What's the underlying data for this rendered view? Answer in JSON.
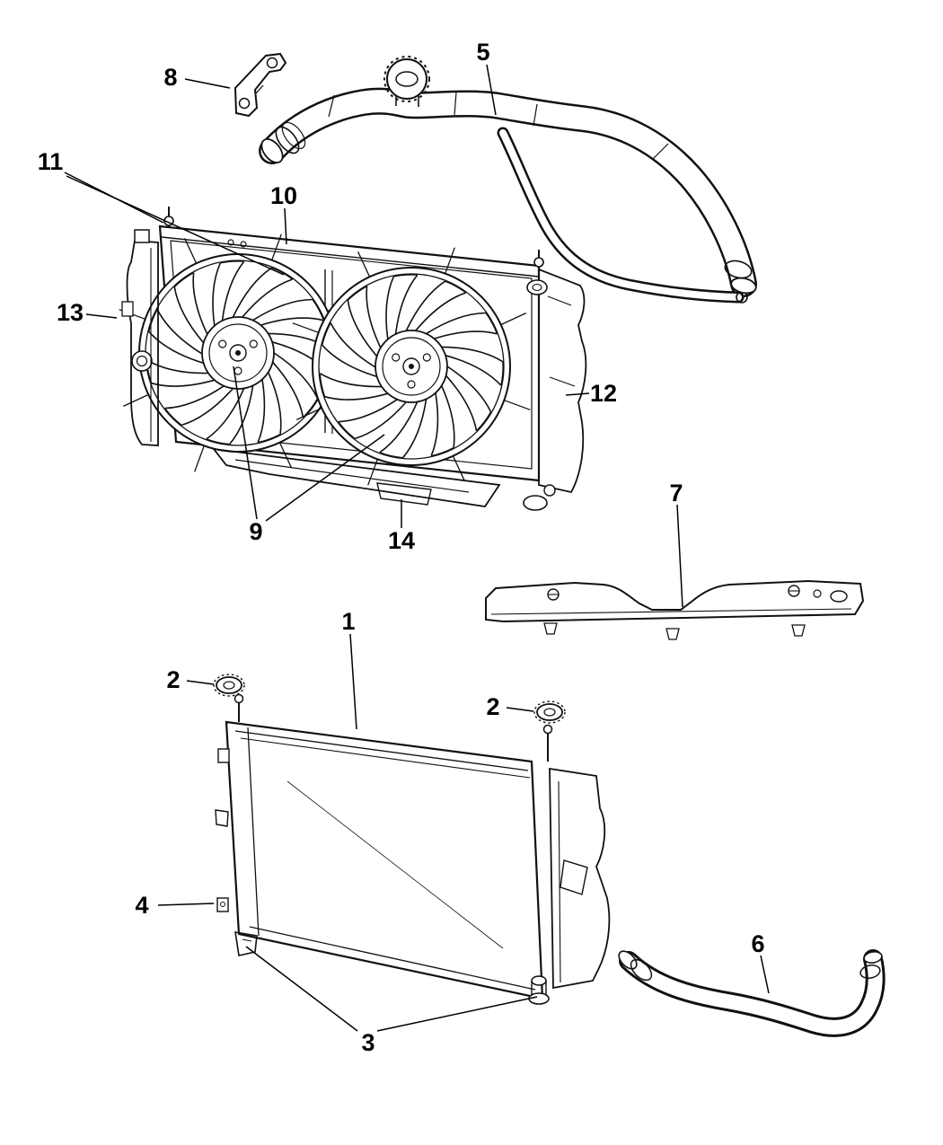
{
  "figure": {
    "background": "#ffffff",
    "line_color": "#111111",
    "type": "exploded-parts-diagram"
  },
  "callouts": [
    {
      "id": "callout-8",
      "label": "8"
    },
    {
      "id": "callout-5",
      "label": "5"
    },
    {
      "id": "callout-11",
      "label": "11"
    },
    {
      "id": "callout-10",
      "label": "10"
    },
    {
      "id": "callout-13",
      "label": "13"
    },
    {
      "id": "callout-12",
      "label": "12"
    },
    {
      "id": "callout-9",
      "label": "9"
    },
    {
      "id": "callout-14",
      "label": "14"
    },
    {
      "id": "callout-7",
      "label": "7"
    },
    {
      "id": "callout-1",
      "label": "1"
    },
    {
      "id": "callout-2-left",
      "label": "2"
    },
    {
      "id": "callout-2-right",
      "label": "2"
    },
    {
      "id": "callout-4",
      "label": "4"
    },
    {
      "id": "callout-3",
      "label": "3"
    },
    {
      "id": "callout-6",
      "label": "6"
    }
  ]
}
